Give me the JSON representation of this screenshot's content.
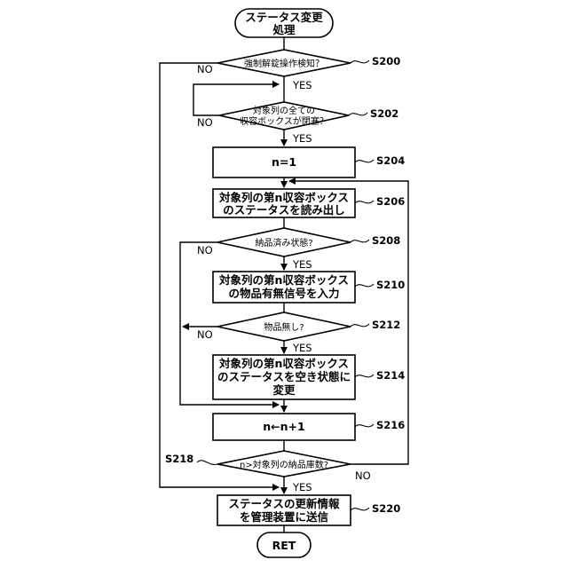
{
  "nodes": {
    "start": [
      "ステータス変更",
      "処理"
    ],
    "s200": "強制解錠操作検知？",
    "s202": [
      "対象列の全ての",
      "収容ボックスが閉塞？"
    ],
    "s204": "n=1",
    "s206": [
      "対象列の第n収容ボックス",
      "のステータスを読み出し"
    ],
    "s208": "納品済み状態?",
    "s210": [
      "対象列の第n収容ボックス",
      "の物品有無信号を入力"
    ],
    "s212": "物品無し?",
    "s214": [
      "対象列の第n収容ボックス",
      "のステータスを空き状態に",
      "変更"
    ],
    "s216": "n←n+1",
    "s218": "n>対象列の納品庫数?",
    "s220": [
      "ステータスの更新情報",
      "を管理装置に送信"
    ],
    "end": "RET"
  },
  "steps": {
    "s200": "S200",
    "s202": "S202",
    "s204": "S204",
    "s206": "S206",
    "s208": "S208",
    "s210": "S210",
    "s212": "S212",
    "s214": "S214",
    "s216": "S216",
    "s218": "S218",
    "s220": "S220"
  },
  "branches": {
    "yes": "YES",
    "no": "NO"
  }
}
